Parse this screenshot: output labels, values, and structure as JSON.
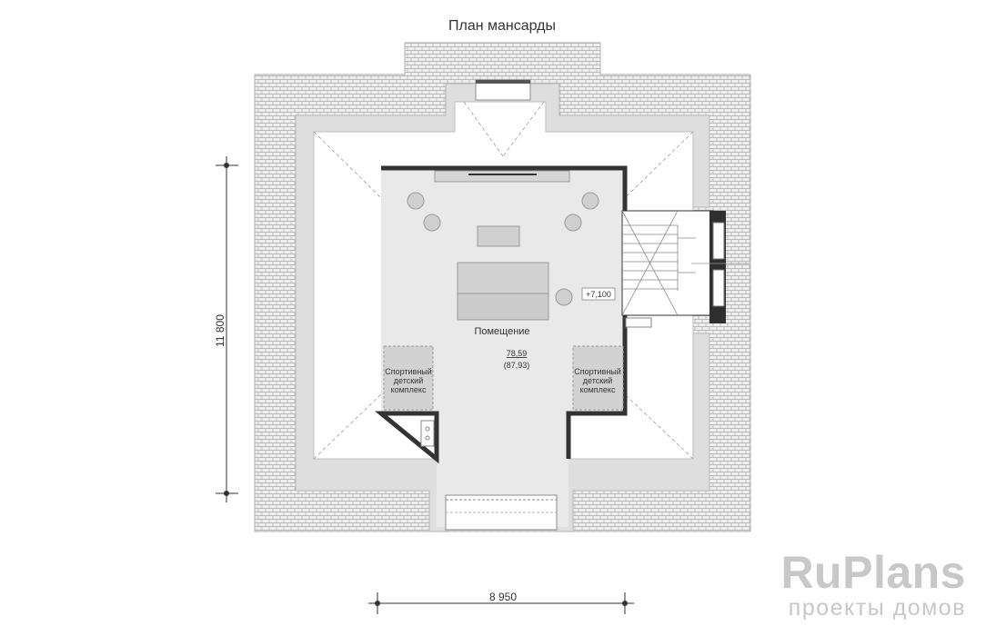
{
  "title": "План мансарды",
  "rooms": {
    "main": {
      "name": "Помещение",
      "area": "78,59",
      "area_total": "(87,93)"
    },
    "left_sport": [
      "Спортивный",
      "детский",
      "комплекс"
    ],
    "right_sport": [
      "Спортивный",
      "детский",
      "комплекс"
    ]
  },
  "level_mark": "+7,100",
  "dimensions": {
    "vertical": "11 800",
    "horizontal": "8 950"
  },
  "logo": {
    "brand": "RuPlans",
    "tagline": "проекты домов"
  },
  "colors": {
    "roof": "#e6e6e6",
    "roof_line": "#a9a9a9",
    "wall": "#333333",
    "floor": "#e8e8e8",
    "logo": "#c8c8c8"
  }
}
